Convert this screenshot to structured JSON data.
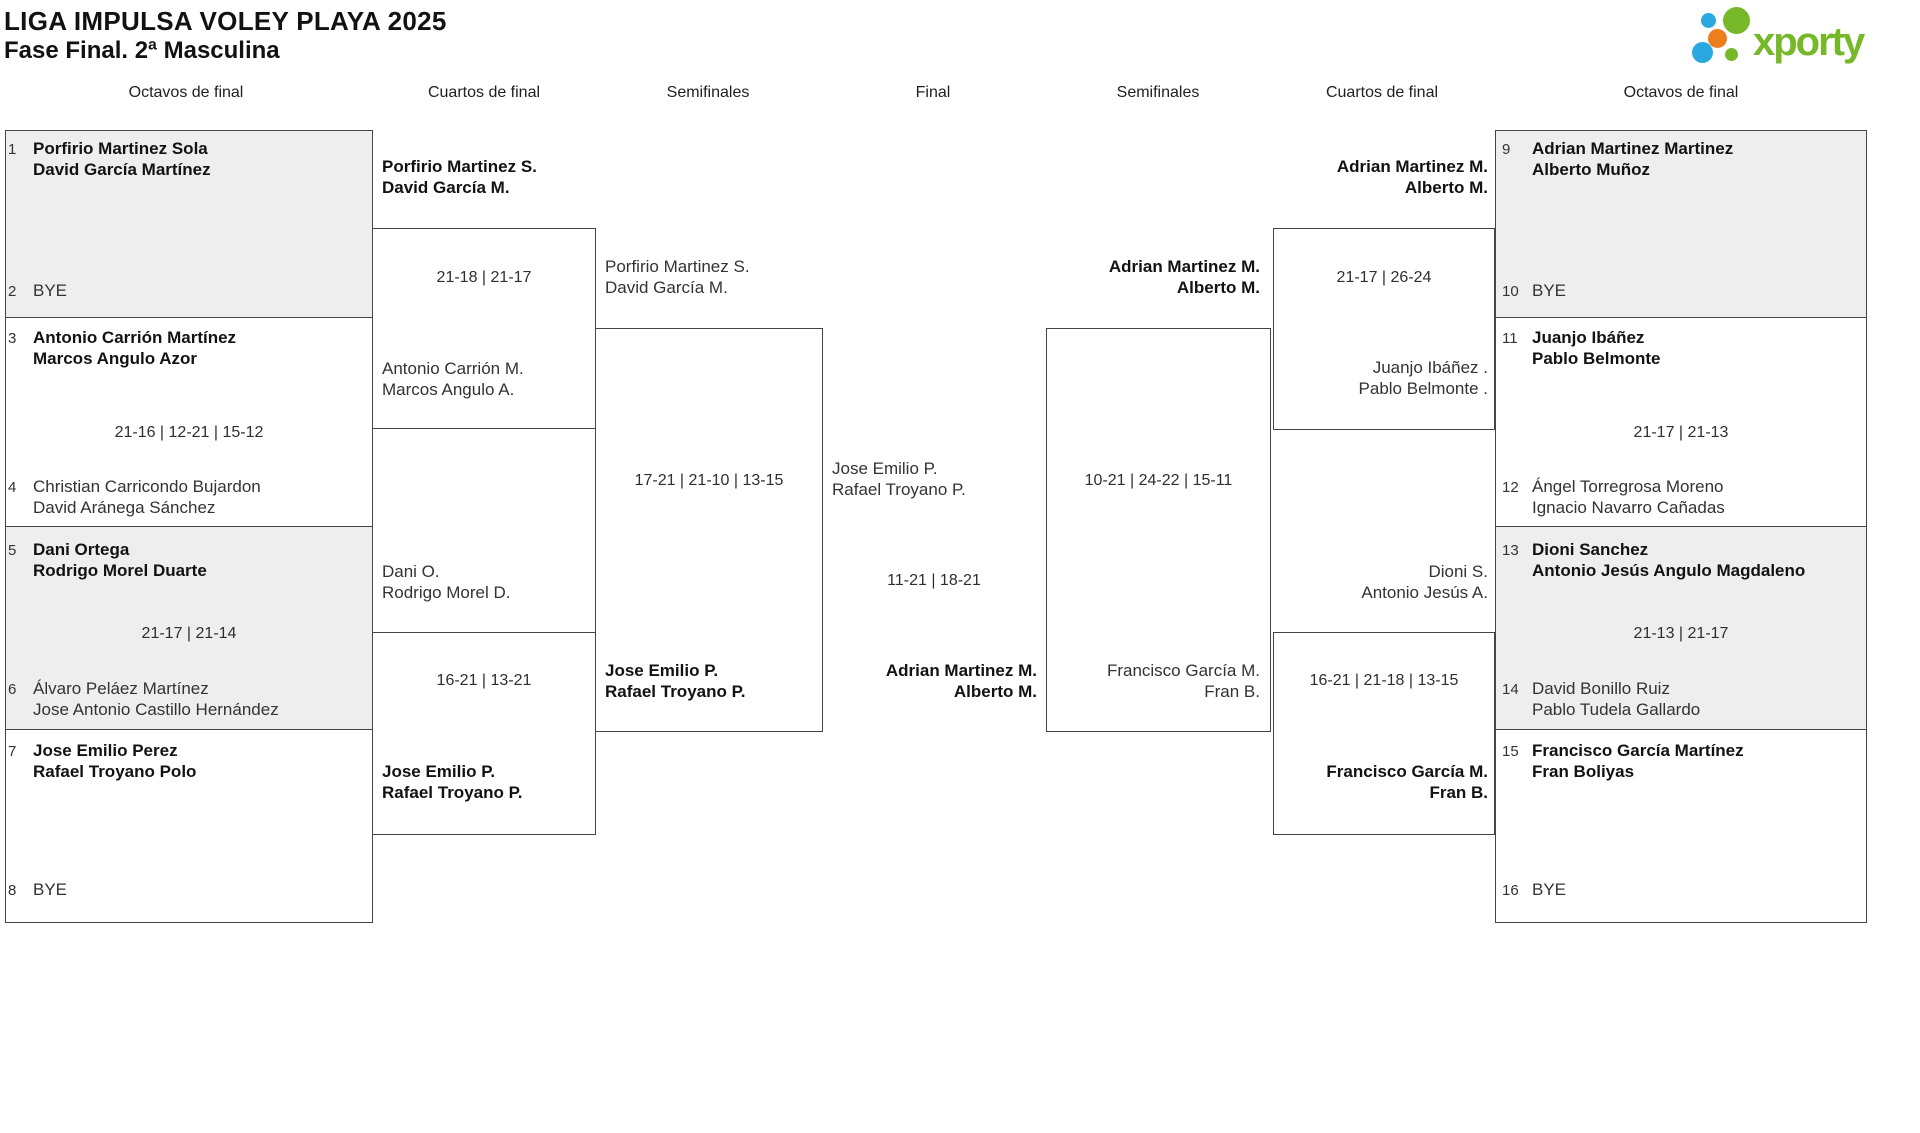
{
  "title": "LIGA IMPULSA VOLEY PLAYA 2025",
  "subtitle": "Fase Final. 2ª Masculina",
  "logo": {
    "text": "xporty"
  },
  "colors": {
    "logo_green": "#76b82a",
    "logo_blue": "#2aa9e0",
    "logo_orange": "#ee7d1b",
    "block_gray": "#eeeeee",
    "border": "#454545"
  },
  "rounds": [
    "Octavos de final",
    "Cuartos de final",
    "Semifinales",
    "Final",
    "Semifinales",
    "Cuartos de final",
    "Octavos de final"
  ],
  "r16_left": [
    {
      "seed_a": "1",
      "a1": "Porfirio Martinez Sola",
      "a2": "David García Martínez",
      "seed_b": "2",
      "b1": "BYE",
      "winner": "a"
    },
    {
      "seed_a": "3",
      "a1": "Antonio Carrión Martínez",
      "a2": "Marcos Angulo Azor",
      "score": "21-16 | 12-21 | 15-12",
      "seed_b": "4",
      "b1": "Christian Carricondo Bujardon",
      "b2": "David Aránega Sánchez",
      "winner": "a"
    },
    {
      "seed_a": "5",
      "a1": "Dani Ortega",
      "a2": "Rodrigo Morel Duarte",
      "score": "21-17 | 21-14",
      "seed_b": "6",
      "b1": "Álvaro Peláez Martínez",
      "b2": "Jose Antonio Castillo Hernández",
      "winner": "a"
    },
    {
      "seed_a": "7",
      "a1": "Jose Emilio Perez",
      "a2": "Rafael Troyano Polo",
      "seed_b": "8",
      "b1": "BYE",
      "winner": "a"
    }
  ],
  "r16_right": [
    {
      "seed_a": "9",
      "a1": "Adrian Martinez Martinez",
      "a2": "Alberto Muñoz",
      "seed_b": "10",
      "b1": "BYE",
      "winner": "a"
    },
    {
      "seed_a": "11",
      "a1": "Juanjo Ibáñez",
      "a2": "Pablo Belmonte",
      "score": "21-17 | 21-13",
      "seed_b": "12",
      "b1": "Ángel Torregrosa Moreno",
      "b2": "Ignacio Navarro Cañadas",
      "winner": "a"
    },
    {
      "seed_a": "13",
      "a1": "Dioni Sanchez",
      "a2": "Antonio Jesús Angulo Magdaleno",
      "score": "21-13 | 21-17",
      "seed_b": "14",
      "b1": "David Bonillo Ruiz",
      "b2": "Pablo Tudela Gallardo",
      "winner": "a"
    },
    {
      "seed_a": "15",
      "a1": "Francisco García Martínez",
      "a2": "Fran Boliyas",
      "seed_b": "16",
      "b1": "BYE",
      "winner": "a"
    }
  ],
  "qf_left": [
    {
      "a1": "Porfirio Martinez S.",
      "a2": "David García M.",
      "score": "21-18 | 21-17",
      "b1": "Antonio Carrión M.",
      "b2": "Marcos Angulo A.",
      "winner": "a"
    },
    {
      "a1": "Dani O.",
      "a2": "Rodrigo Morel D.",
      "score": "16-21 | 13-21",
      "b1": "Jose Emilio P.",
      "b2": "Rafael Troyano P.",
      "winner": "b"
    }
  ],
  "qf_right": [
    {
      "a1": "Adrian Martinez M.",
      "a2": "Alberto M.",
      "score": "21-17 | 26-24",
      "b1": "Juanjo Ibáñez .",
      "b2": "Pablo Belmonte .",
      "winner": "a"
    },
    {
      "a1": "Dioni S.",
      "a2": "Antonio Jesús A.",
      "score": "16-21 | 21-18 | 13-15",
      "b1": "Francisco García M.",
      "b2": "Fran B.",
      "winner": "b"
    }
  ],
  "sf_left": {
    "a1": "Porfirio Martinez S.",
    "a2": "David García M.",
    "score": "17-21 | 21-10 | 13-15",
    "b1": "Jose Emilio P.",
    "b2": "Rafael Troyano P.",
    "winner": "b"
  },
  "sf_right": {
    "a1": "Adrian Martinez M.",
    "a2": "Alberto M.",
    "score": "10-21 | 24-22 | 15-11",
    "b1": "Francisco García M.",
    "b2": "Fran B.",
    "winner": "a"
  },
  "final": {
    "a1": "Jose Emilio P.",
    "a2": "Rafael Troyano P.",
    "score": "11-21 | 18-21",
    "w1": "Adrian Martinez M.",
    "w2": "Alberto M."
  }
}
